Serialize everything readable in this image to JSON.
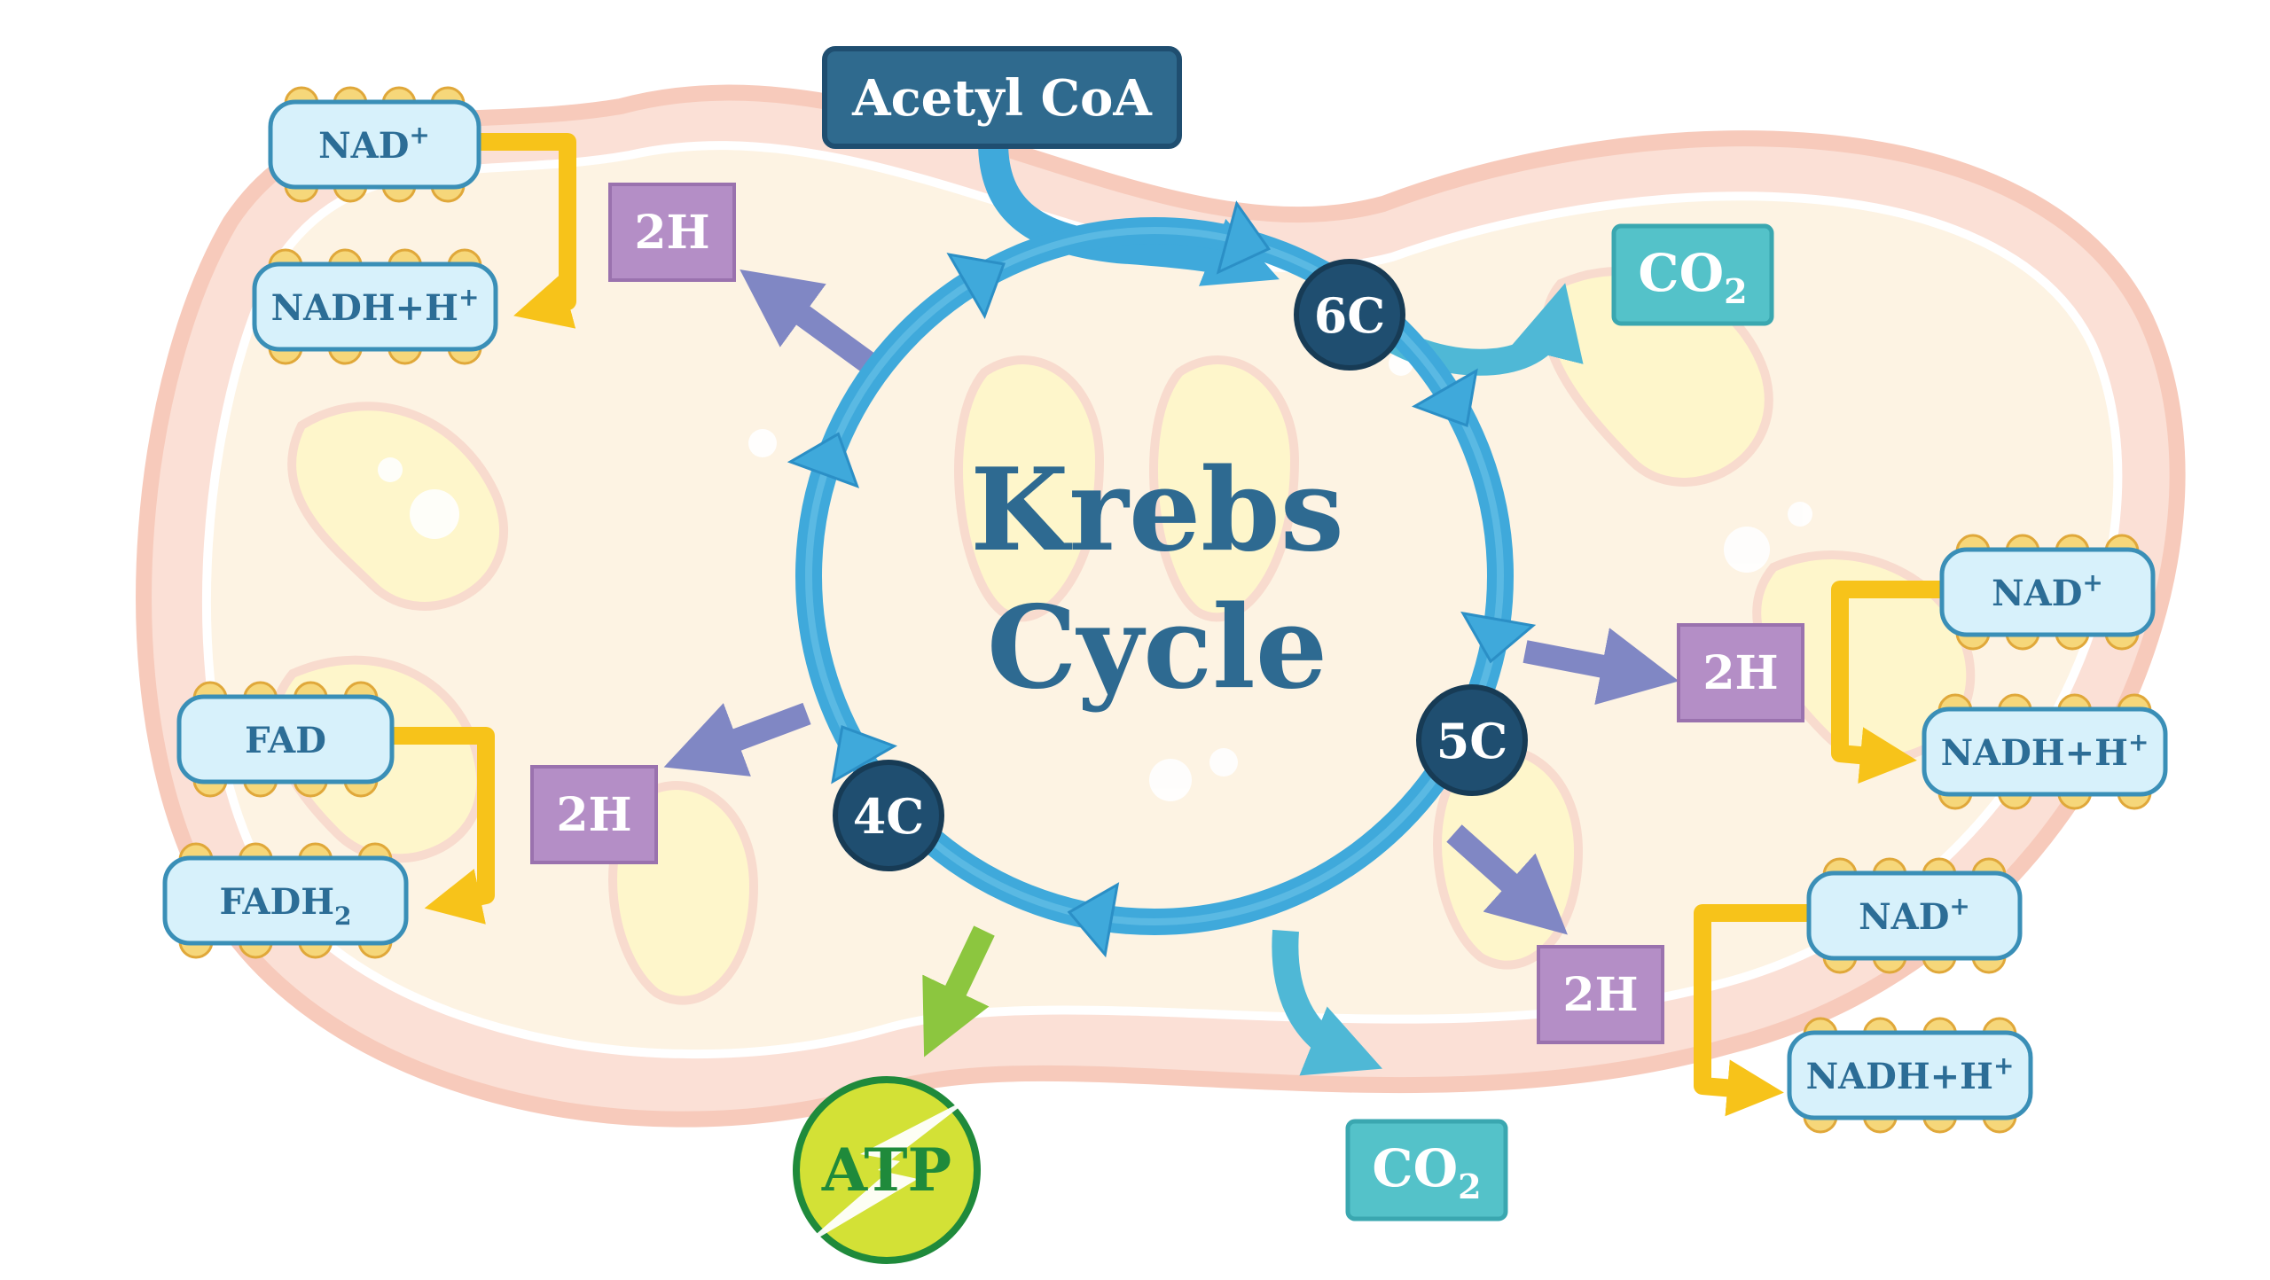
{
  "title": {
    "line1": "Krebs",
    "line2": "Cycle"
  },
  "input": "Acetyl CoA",
  "intermediates": {
    "c6": "6C",
    "c5": "5C",
    "c4": "4C"
  },
  "co2": {
    "chem": "CO",
    "sub": "2"
  },
  "h2": "2H",
  "atp": "ATP",
  "nad": {
    "base": "NAD",
    "sup": "+"
  },
  "nadh": {
    "base": "NADH+H",
    "sup": "+"
  },
  "fad": "FAD",
  "fadh2": {
    "base": "FADH",
    "sub": "2"
  },
  "colors": {
    "cycle": "#3fa9db",
    "cycle_dark": "#2b8fc6",
    "node": "#1f4e70",
    "title": "#2e6a91",
    "h_box": "#b48ec6",
    "h_arrow": "#8087c4",
    "co2_box": "#54c2c9",
    "carrier_fill": "#d7f1fb",
    "carrier_stroke": "#3a8fb7",
    "bead": "#f6d77a",
    "carrier_arrow": "#f7c31a",
    "atp_fill": "#d3e136",
    "atp_text": "#1f8a3b",
    "atp_arrow": "#8cc63f",
    "mito_outer": "#fbe2da",
    "mito_matrix": "#fdf6e8"
  }
}
